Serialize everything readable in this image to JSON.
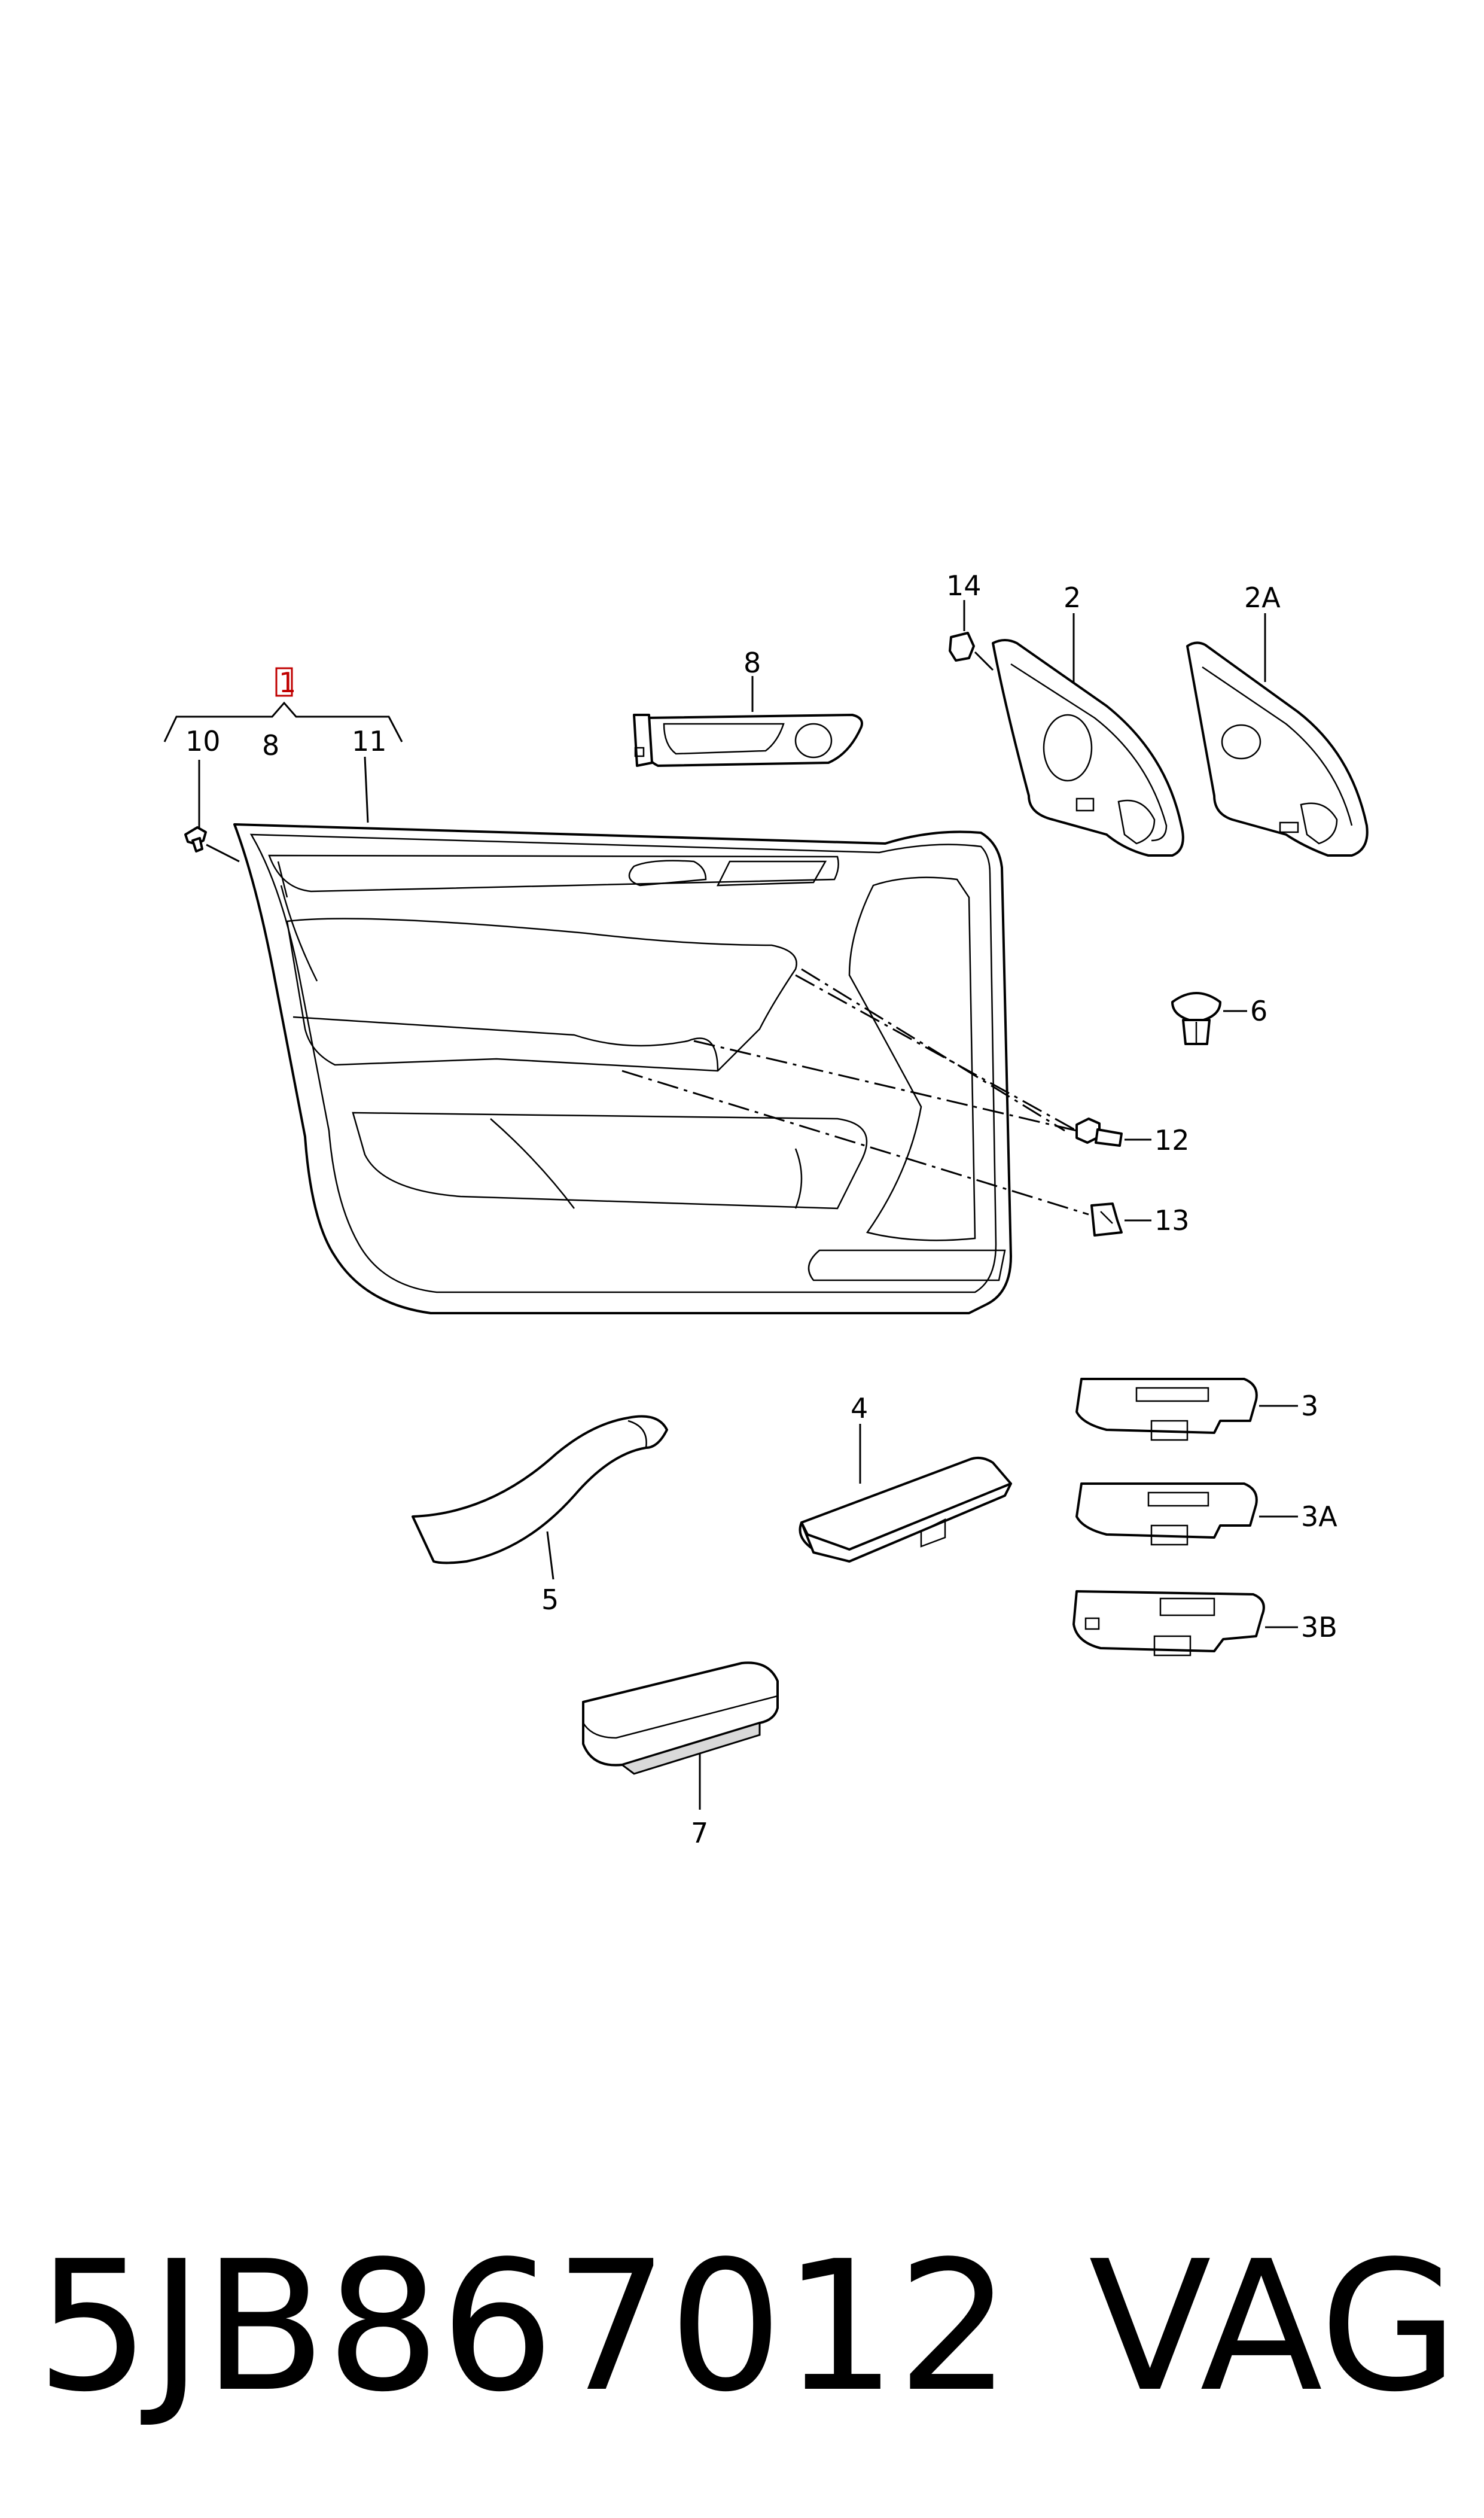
{
  "callouts": {
    "c1": "1",
    "c10": "10",
    "c8_group": "8",
    "c11": "11",
    "c8": "8",
    "c14": "14",
    "c2": "2",
    "c2A": "2A",
    "c6": "6",
    "c12": "12",
    "c13": "13",
    "c3": "3",
    "c3A": "3A",
    "c3B": "3B",
    "c4": "4",
    "c5": "5",
    "c7": "7"
  },
  "footer": {
    "part_number": "5JB867012",
    "brand": "VAG"
  },
  "colors": {
    "line": "#000000",
    "highlight": "#c00000",
    "background": "#ffffff"
  }
}
